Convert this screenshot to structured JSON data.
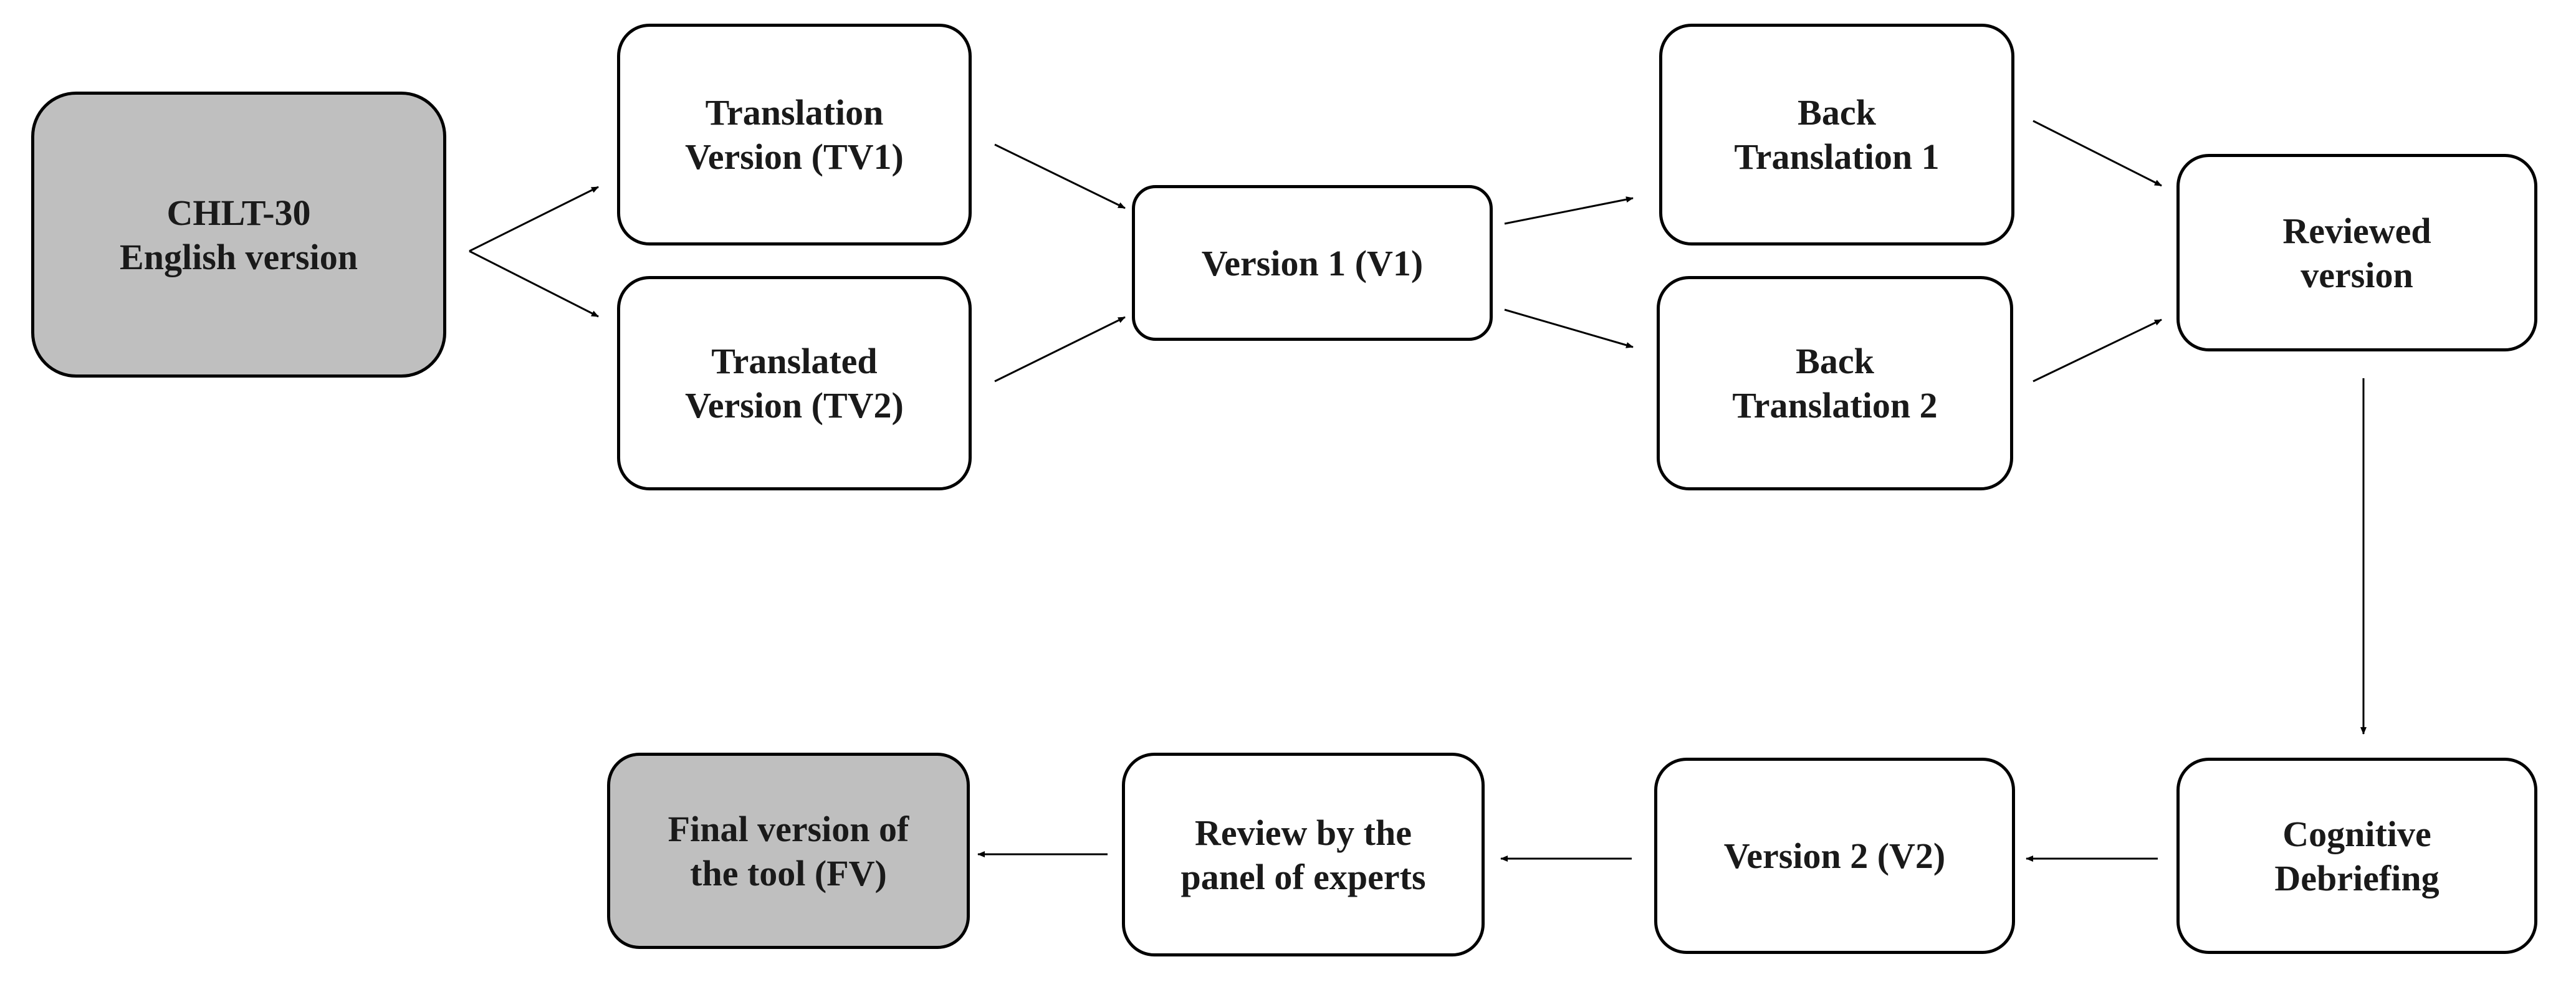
{
  "colors": {
    "highlight_fill": "#bfbfbf",
    "default_fill": "#ffffff",
    "border": "#000000",
    "arrow": "#000000"
  },
  "nodes": {
    "source": {
      "label": "CHLT-30\nEnglish version",
      "highlighted": true
    },
    "tv1": {
      "label": "Translation\nVersion (TV1)",
      "highlighted": false
    },
    "tv2": {
      "label": "Translated\nVersion (TV2)",
      "highlighted": false
    },
    "v1": {
      "label": "Version 1 (V1)",
      "highlighted": false
    },
    "bt1": {
      "label": "Back\nTranslation 1",
      "highlighted": false
    },
    "bt2": {
      "label": "Back\nTranslation 2",
      "highlighted": false
    },
    "reviewed": {
      "label": "Reviewed\nversion",
      "highlighted": false
    },
    "cognitive": {
      "label": "Cognitive\nDebriefing",
      "highlighted": false
    },
    "v2": {
      "label": "Version 2 (V2)",
      "highlighted": false
    },
    "panel": {
      "label": "Review by the\npanel of experts",
      "highlighted": false
    },
    "final": {
      "label": "Final version of\nthe tool (FV)",
      "highlighted": true
    }
  },
  "edges": [
    {
      "from": "source",
      "to": "tv1"
    },
    {
      "from": "source",
      "to": "tv2"
    },
    {
      "from": "tv1",
      "to": "v1"
    },
    {
      "from": "tv2",
      "to": "v1"
    },
    {
      "from": "v1",
      "to": "bt1"
    },
    {
      "from": "v1",
      "to": "bt2"
    },
    {
      "from": "bt1",
      "to": "reviewed"
    },
    {
      "from": "bt2",
      "to": "reviewed"
    },
    {
      "from": "reviewed",
      "to": "cognitive"
    },
    {
      "from": "cognitive",
      "to": "v2"
    },
    {
      "from": "v2",
      "to": "panel"
    },
    {
      "from": "panel",
      "to": "final"
    }
  ]
}
